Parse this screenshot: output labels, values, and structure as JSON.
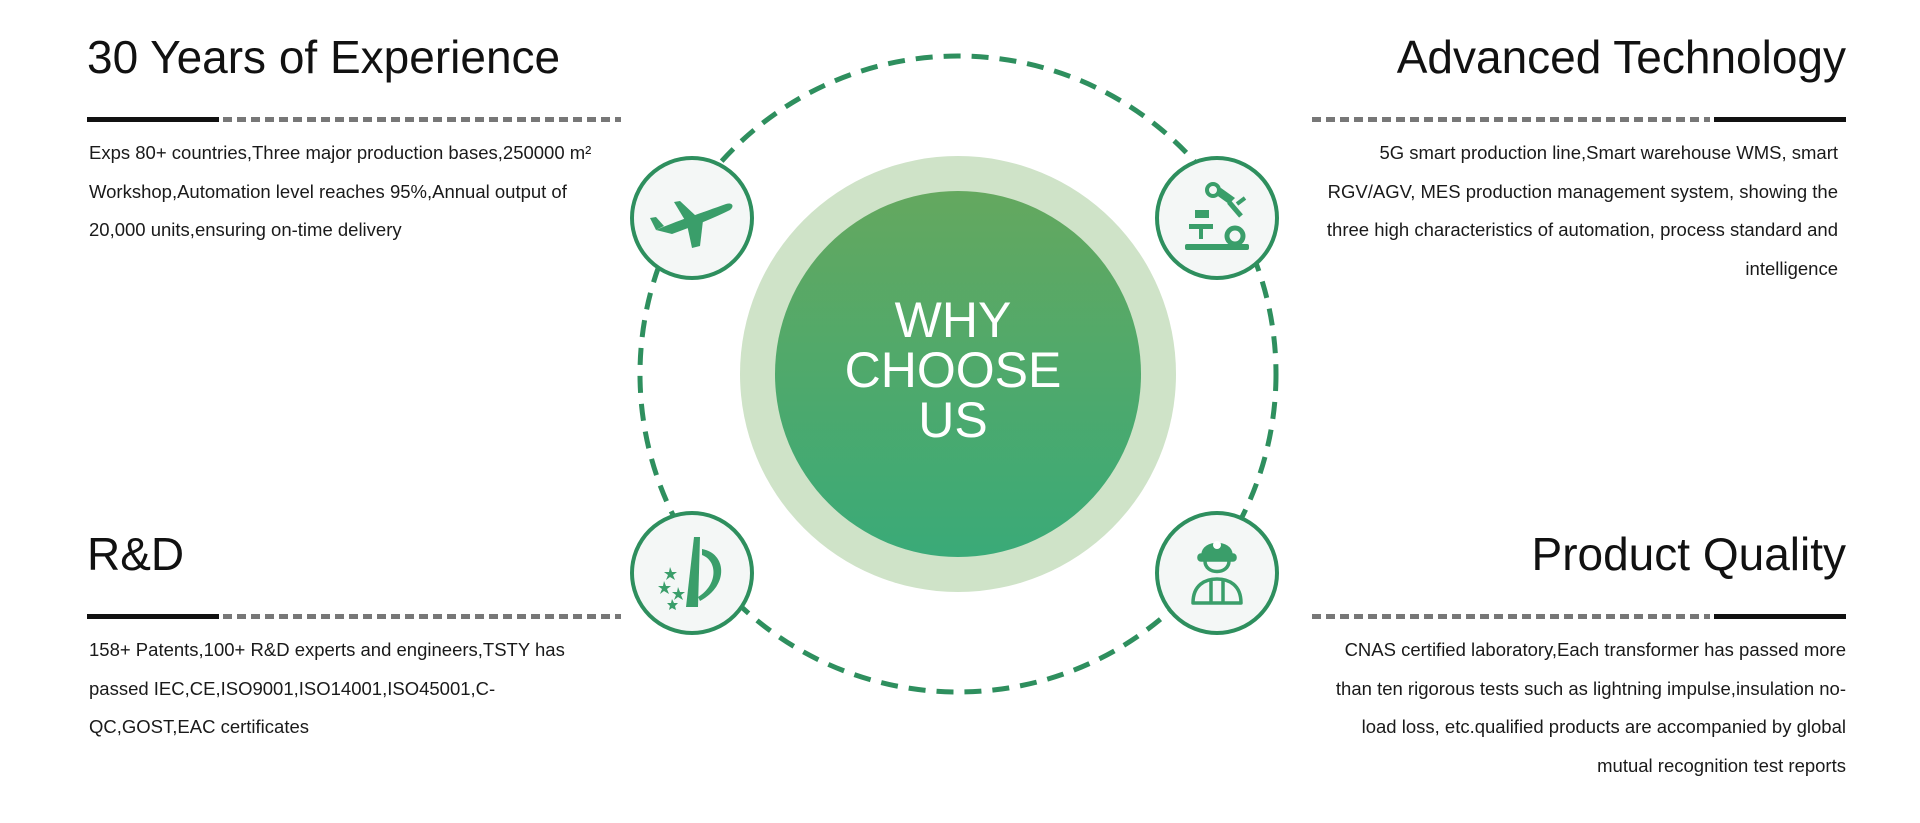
{
  "sections": {
    "experience": {
      "title": "30 Years of Experience",
      "text": "Exps 80+ countries,Three major production bases,250000 m² Workshop,Automation level reaches 95%,Annual output of 20,000 units,ensuring on-time delivery"
    },
    "technology": {
      "title": "Advanced Technology",
      "text": "5G smart production line,Smart warehouse WMS, smart RGV/AGV, MES production management system, showing the three high characteristics of automation, process standard and intelligence"
    },
    "rd": {
      "title": "R&D",
      "text": "158+ Patents,100+ R&D experts and engineers,TSTY has passed IEC,CE,ISO9001,ISO14001,ISO45001,C-QC,GOST,EAC certificates"
    },
    "quality": {
      "title": "Product Quality",
      "text": "CNAS certified laboratory,Each transformer has passed more than ten rigorous tests such as lightning impulse,insulation no-load loss, etc.qualified products are accompanied by global mutual recognition test reports"
    }
  },
  "center": {
    "line1": "WHY",
    "line2": "CHOOSE",
    "line3": "US"
  },
  "icons": [
    "airplane-icon",
    "robot-arm-icon",
    "star-logo-icon",
    "worker-icon"
  ],
  "colors": {
    "accent": "#2e8f5e",
    "gradient_top": "#64a85f",
    "gradient_bottom": "#3aaa78",
    "halo": "#cfe3c8"
  }
}
